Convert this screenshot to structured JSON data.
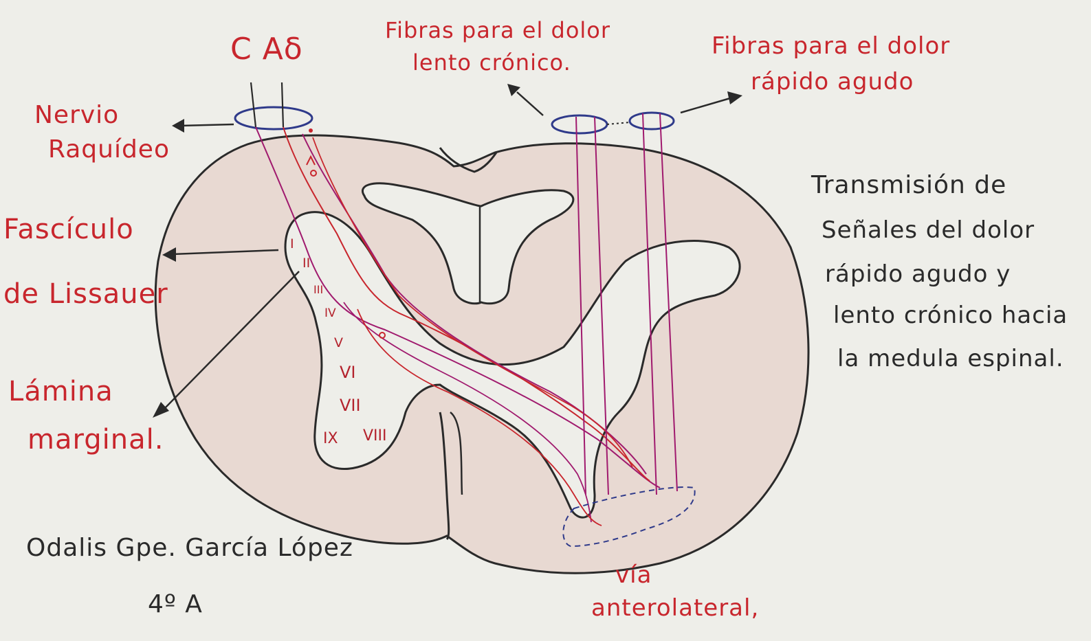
{
  "labels": {
    "c_ad": "C  Aδ",
    "fibras_lento_1": "Fibras para el dolor",
    "fibras_lento_2": "lento crónico.",
    "fibras_rapido_1": "Fibras para el dolor",
    "fibras_rapido_2": "rápido agudo",
    "nervio_1": "Nervio",
    "nervio_2": "Raquídeo",
    "fasciculo_1": "Fascículo",
    "fasciculo_2": "de Lissauer",
    "lamina_1": "Lámina",
    "lamina_2": "marginal.",
    "via_1": "vía",
    "via_2": "anterolateral,"
  },
  "description": {
    "line1": "Transmisión de",
    "line2": "Señales del dolor",
    "line3": "rápido agudo y",
    "line4": "lento crónico hacia",
    "line5": "la medula espinal."
  },
  "author": {
    "name": "Odalis Gpe. García López",
    "group": "4º A"
  },
  "laminae": [
    "I",
    "II",
    "III",
    "IV",
    "V",
    "VI",
    "VII",
    "VIII",
    "IX"
  ],
  "colors": {
    "paper": "#eeeee9",
    "label_red": "#c8262d",
    "ink": "#2a2a2a",
    "fiber_magenta": "#a01a6e",
    "fiber_red": "#c8262d",
    "nerve_blue": "#2f3a8a",
    "cord_fill": "#e8d9d2"
  }
}
